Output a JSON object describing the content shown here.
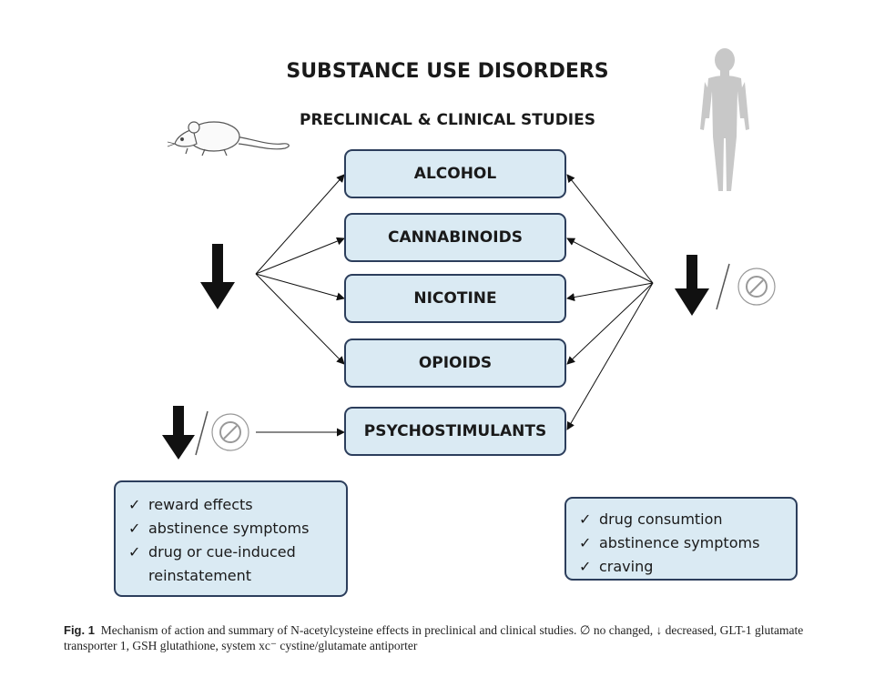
{
  "title": "SUBSTANCE USE DISORDERS",
  "subtitle": "PRECLINICAL & CLINICAL STUDIES",
  "substances": [
    "ALCOHOL",
    "CANNABINOIDS",
    "NICOTINE",
    "OPIOIDS",
    "PSYCHOSTIMULANTS"
  ],
  "left_panel": {
    "icon": "rat-icon",
    "effect_icon": "down-arrow-icon",
    "psychostimulant_icons": [
      "down-arrow-icon",
      "no-change-icon"
    ],
    "effects": [
      "reward effects",
      "abstinence symptoms",
      "drug or cue-induced reinstatement"
    ]
  },
  "right_panel": {
    "icon": "human-silhouette-icon",
    "effect_icons": [
      "down-arrow-icon",
      "no-change-icon"
    ],
    "effects": [
      "drug consumtion",
      "abstinence symptoms",
      "craving"
    ]
  },
  "check_mark": "✓",
  "caption": {
    "label": "Fig. 1",
    "text": "Mechanism of action and summary of N-acetylcysteine effects in preclinical and clinical studies. ∅ no changed, ↓ decreased, GLT-1 glutamate transporter 1, GSH glutathione, system xc⁻ cystine/glutamate antiporter"
  },
  "colors": {
    "box_fill": "#daeaf3",
    "box_border": "#2c3e5c",
    "arrow": "#111111",
    "human_silhouette": "#c8c8c8"
  }
}
